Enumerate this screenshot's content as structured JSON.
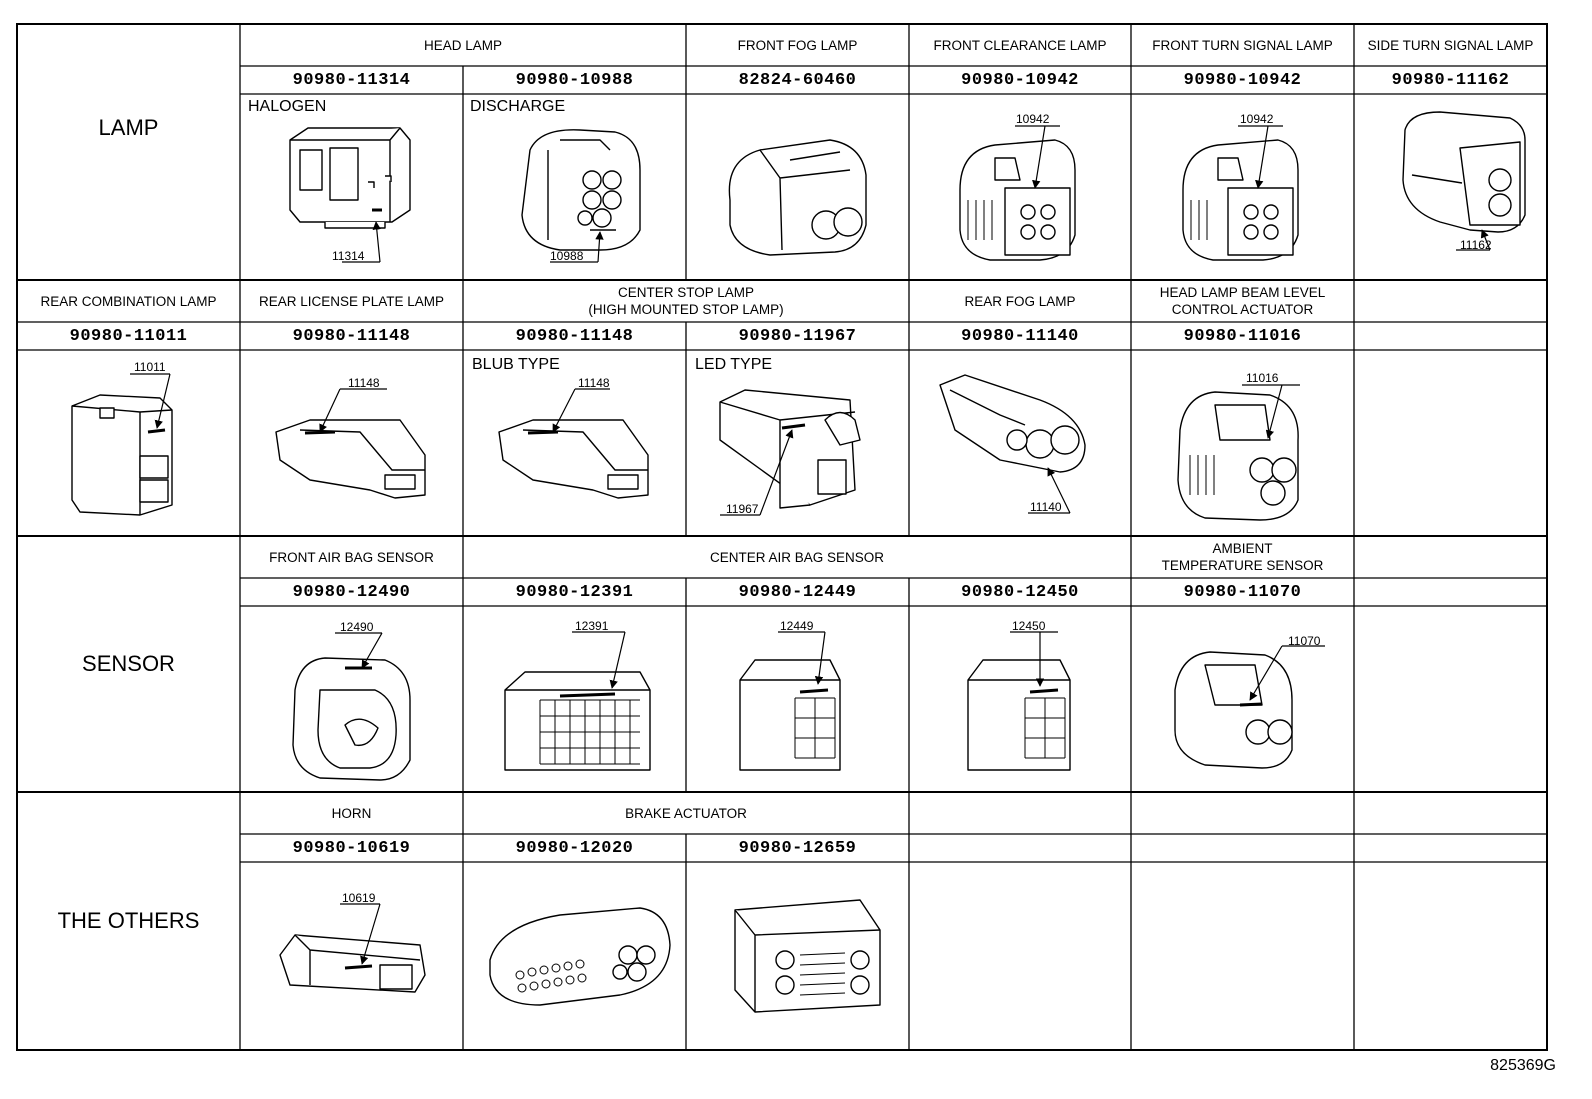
{
  "categories": {
    "lamp": "LAMP",
    "sensor": "SENSOR",
    "others": "THE OTHERS"
  },
  "headers": {
    "head_lamp": "HEAD LAMP",
    "front_fog_lamp": "FRONT FOG LAMP",
    "front_clearance_lamp": "FRONT CLEARANCE LAMP",
    "front_turn_signal_lamp": "FRONT TURN SIGNAL LAMP",
    "side_turn_signal_lamp": "SIDE TURN SIGNAL LAMP",
    "rear_combination_lamp": "REAR COMBINATION LAMP",
    "rear_license_plate_lamp": "REAR LICENSE PLATE LAMP",
    "center_stop_lamp": "CENTER STOP LAMP\n(HIGH MOUNTED STOP LAMP)",
    "rear_fog_lamp": "REAR FOG LAMP",
    "head_lamp_beam_level": "HEAD LAMP BEAM LEVEL\nCONTROL ACTUATOR",
    "front_air_bag_sensor": "FRONT AIR BAG SENSOR",
    "center_air_bag_sensor": "CENTER AIR BAG SENSOR",
    "ambient_temperature_sensor": "AMBIENT\nTEMPERATURE SENSOR",
    "horn": "HORN",
    "brake_actuator": "BRAKE ACTUATOR"
  },
  "part_numbers": {
    "r1": [
      "90980-11314",
      "90980-10988",
      "82824-60460",
      "90980-10942",
      "90980-10942",
      "90980-11162"
    ],
    "r2": [
      "90980-11011",
      "90980-11148",
      "90980-11148",
      "90980-11967",
      "90980-11140",
      "90980-11016"
    ],
    "r3": [
      "90980-12490",
      "90980-12391",
      "90980-12449",
      "90980-12450",
      "90980-11070"
    ],
    "r4": [
      "90980-10619",
      "90980-12020",
      "90980-12659"
    ]
  },
  "sublabels": {
    "halogen": "HALOGEN",
    "discharge": "DISCHARGE",
    "blub_type": "BLUB TYPE",
    "led_type": "LED TYPE"
  },
  "callouts": {
    "c11314": "11314",
    "c10988": "10988",
    "c10942a": "10942",
    "c10942b": "10942",
    "c11162": "11162",
    "c11011": "11011",
    "c11148a": "11148",
    "c11148b": "11148",
    "c11967": "11967",
    "c11140": "11140",
    "c11016": "11016",
    "c12490": "12490",
    "c12391": "12391",
    "c12449": "12449",
    "c12450": "12450",
    "c11070": "11070",
    "c10619": "10619"
  },
  "diagram_code": "825369G"
}
